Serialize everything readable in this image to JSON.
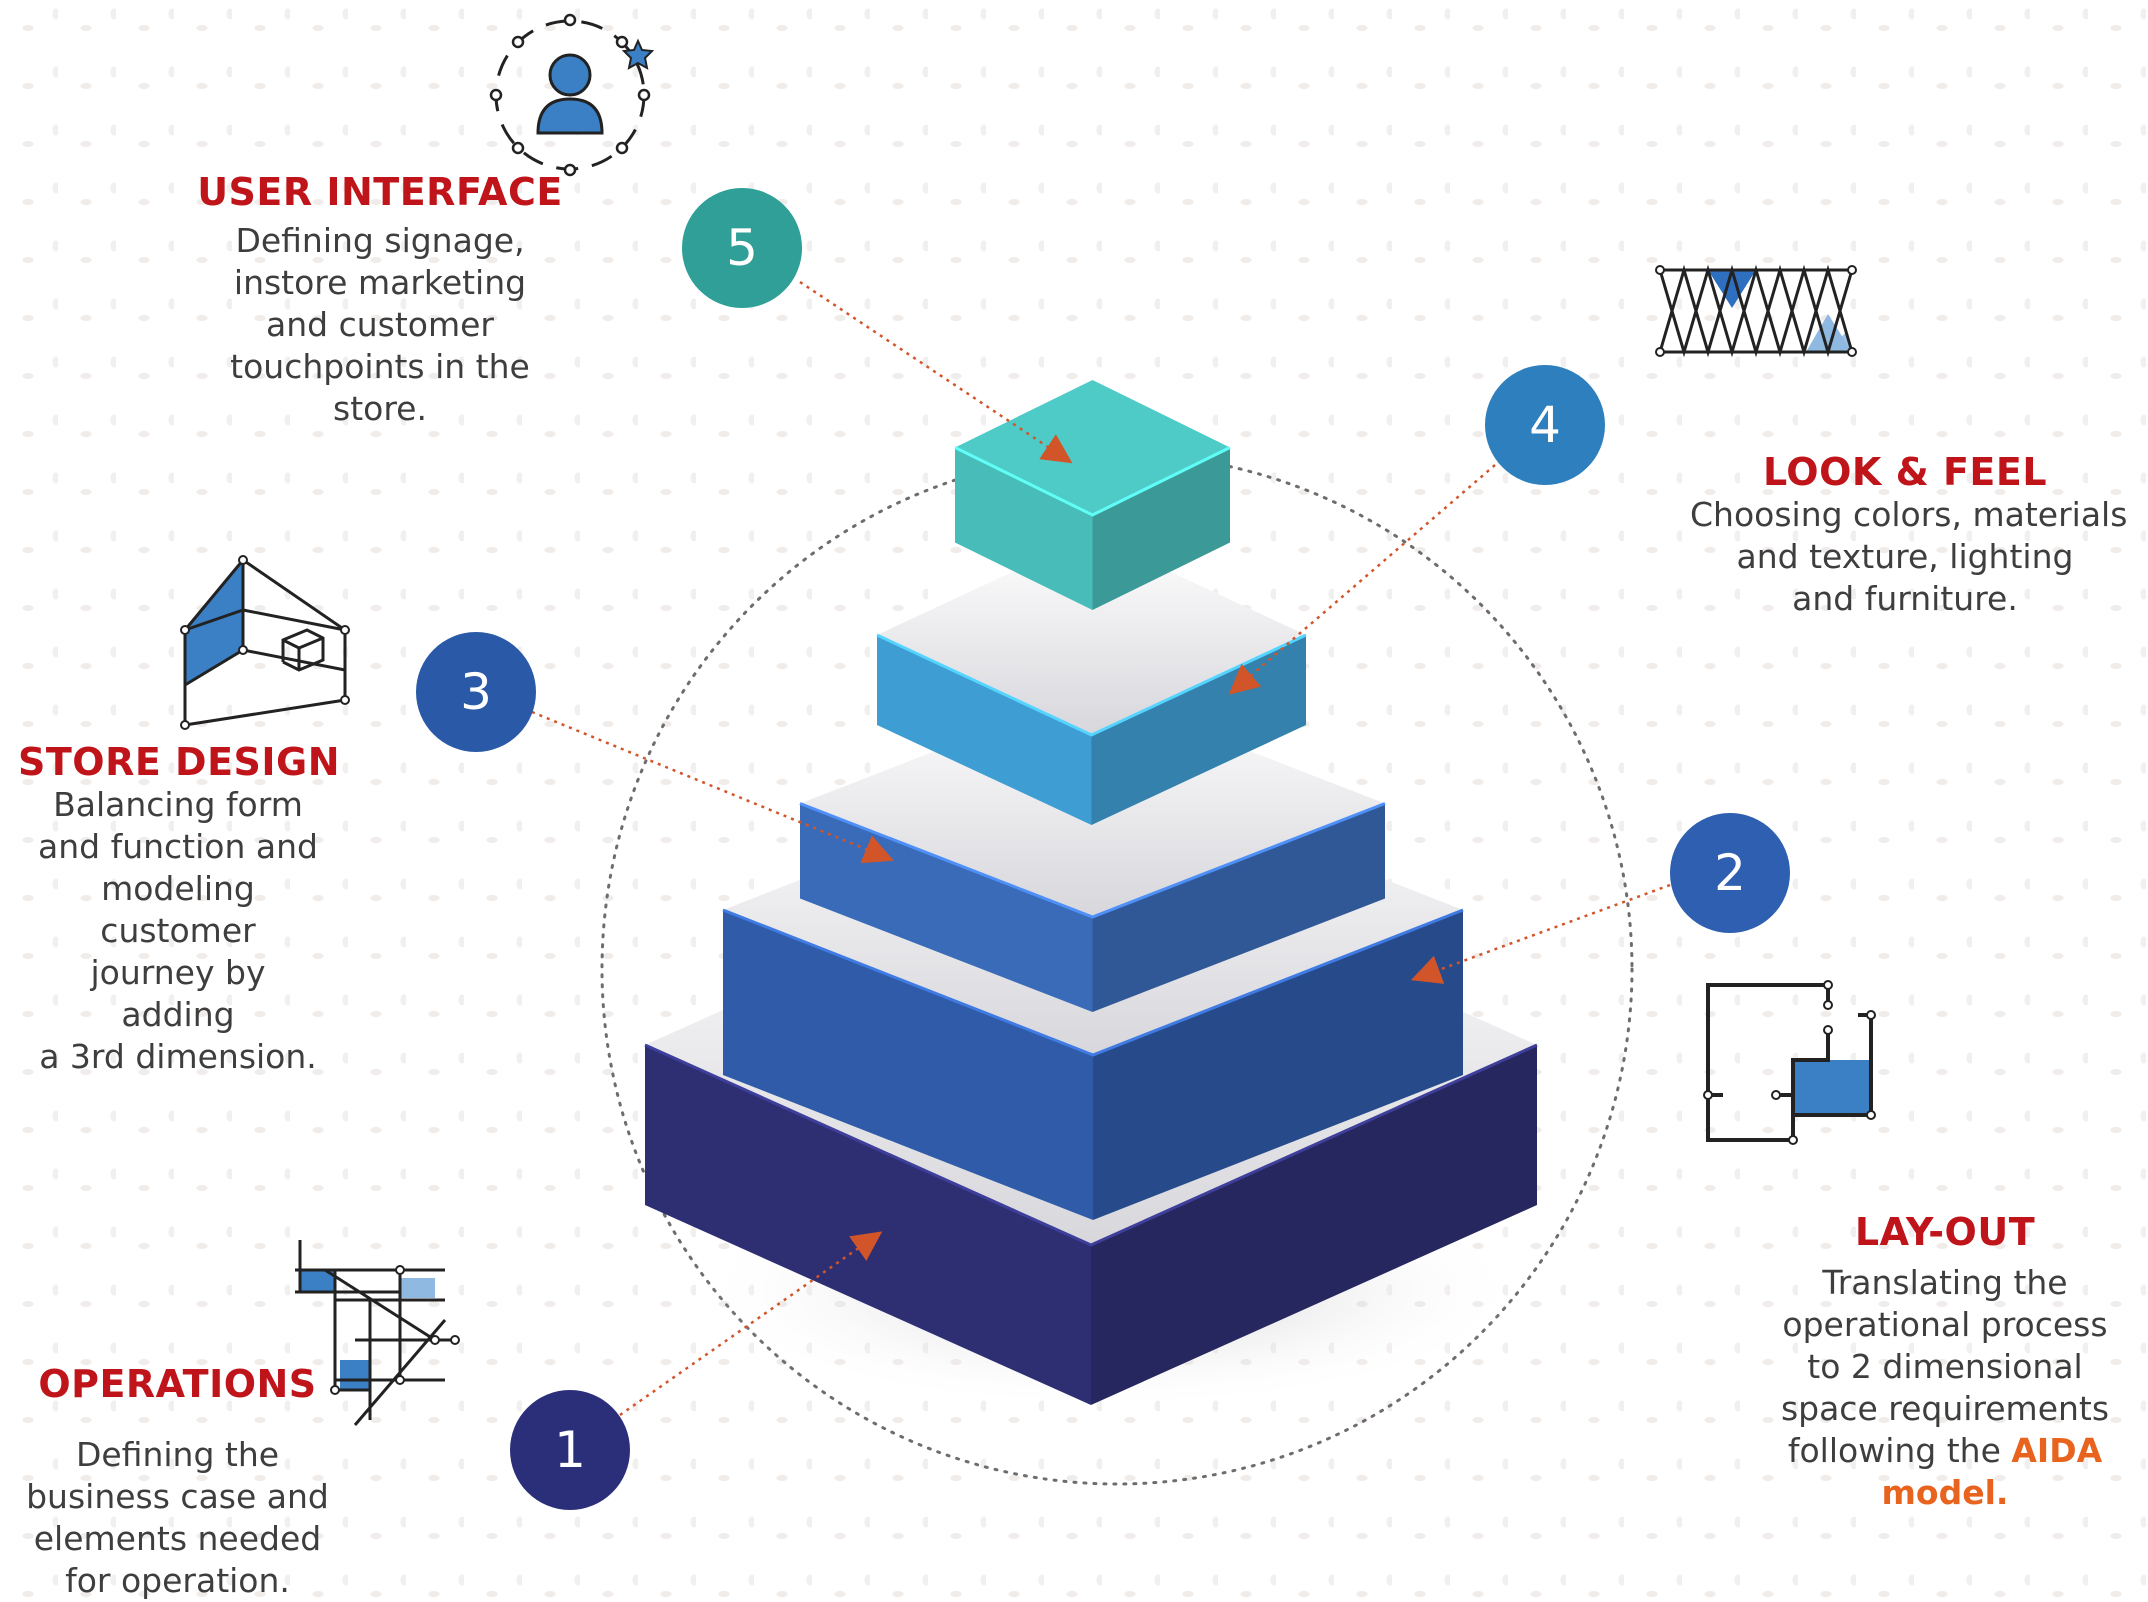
{
  "steps": [
    {
      "number": "1",
      "title": "OPERATIONS",
      "lines": [
        "Defining the",
        "business case and",
        "elements needed",
        "for operation."
      ]
    },
    {
      "number": "2",
      "title": "LAY-OUT",
      "lines": [
        "Translating the",
        "operational process",
        "to 2 dimensional",
        "space requirements"
      ],
      "line5_text": "following the ",
      "line5_highlight": "AIDA",
      "line6_highlight": "model."
    },
    {
      "number": "3",
      "title": "STORE DESIGN",
      "lines": [
        "Balancing form",
        "and function and",
        "modeling",
        "customer",
        "journey by",
        "adding",
        "a 3rd dimension."
      ]
    },
    {
      "number": "4",
      "title": "LOOK & FEEL",
      "lines": [
        "Choosing colors, materials",
        "and texture, lighting",
        "and furniture."
      ]
    },
    {
      "number": "5",
      "title": "USER INTERFACE",
      "lines": [
        "Defining signage,",
        "instore marketing",
        "and customer",
        "touchpoints in the",
        "store."
      ]
    }
  ],
  "icons": {
    "user": "user-icon",
    "pattern": "triangle-pattern-icon",
    "house": "house-wireframe-icon",
    "floorplan": "floorplan-icon",
    "grid": "grid-sketch-icon"
  },
  "colors": {
    "title_red": "#c0141b",
    "highlight_orange": "#e8641e",
    "badge_1": "#2b2f7a",
    "badge_2": "#2f5fb0",
    "badge_3": "#2a5aa7",
    "badge_4": "#2d7fbd",
    "badge_5": "#2f9f98",
    "layer_1": "#2e2f73",
    "layer_2": "#2f5ba8",
    "layer_3": "#3a6bb8",
    "layer_4": "#3e9dd2",
    "layer_5": "#48bcb8",
    "icon_blue": "#3b7fc4",
    "connector": "#d2552a"
  }
}
